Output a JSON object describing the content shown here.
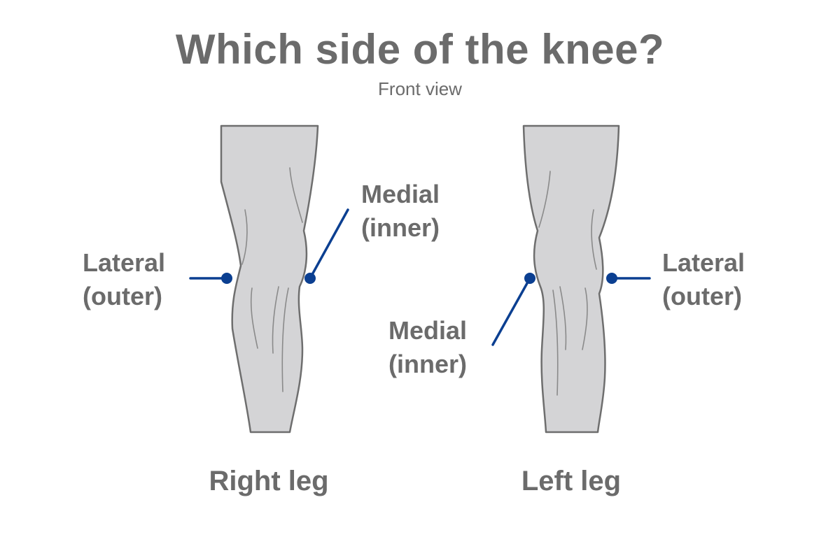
{
  "title": "Which side of the knee?",
  "subtitle": "Front view",
  "right_leg": {
    "label": "Right leg",
    "lateral": {
      "line1": "Lateral",
      "line2": "(outer)"
    },
    "medial": {
      "line1": "Medial",
      "line2": "(inner)"
    }
  },
  "left_leg": {
    "label": "Left leg",
    "lateral": {
      "line1": "Lateral",
      "line2": "(outer)"
    },
    "medial": {
      "line1": "Medial",
      "line2": "(inner)"
    }
  },
  "colors": {
    "text": "#6b6b6b",
    "leg_fill": "#d4d4d6",
    "leg_outline": "#6e6e6e",
    "pointer": "#0b3f91"
  }
}
